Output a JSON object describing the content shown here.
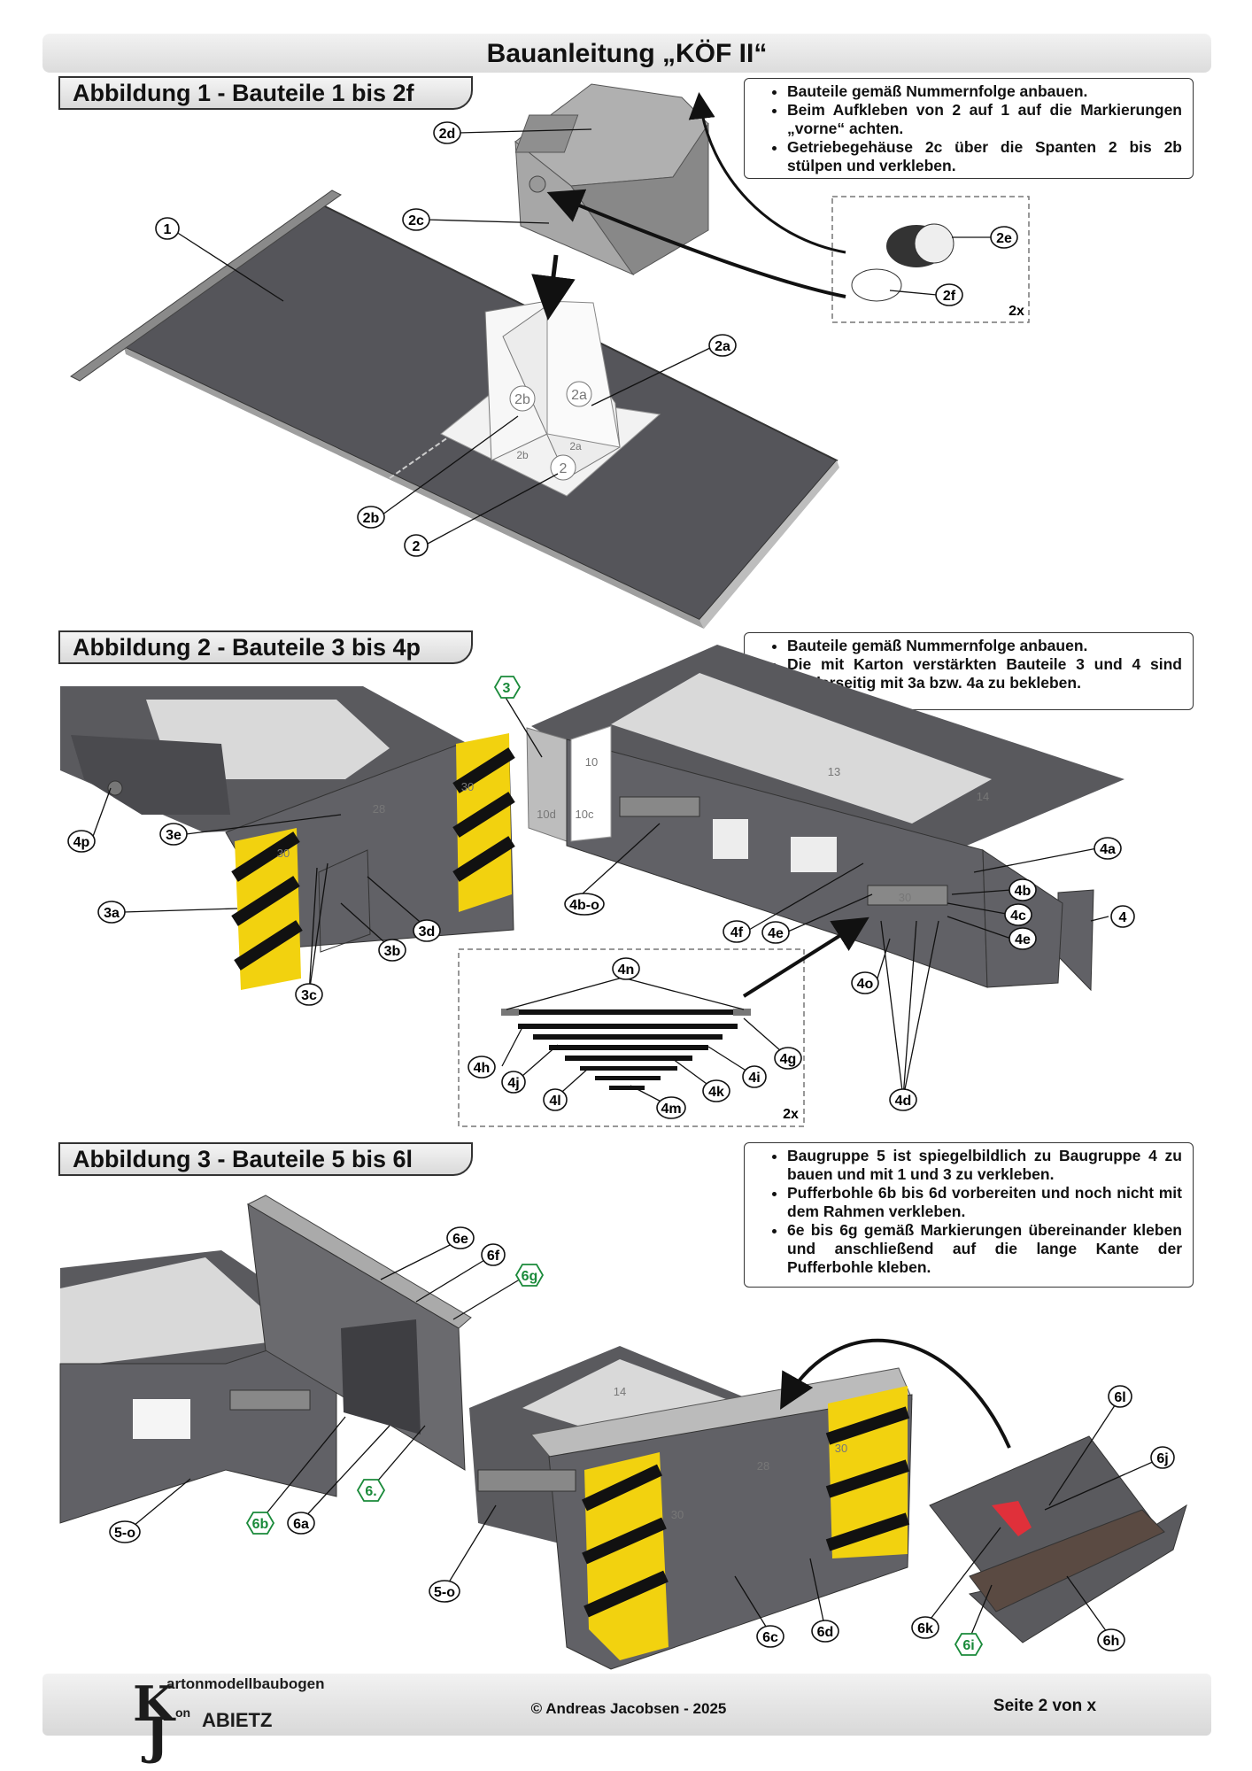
{
  "header": {
    "title": "Bauanleitung „KÖF II“"
  },
  "section1": {
    "heading": "Abbildung 1 - Bauteile 1 bis 2f",
    "notes": [
      "Bauteile gemäß Nummernfolge anbauen.",
      "Beim Aufkleben von 2 auf 1 auf die Markierungen „vorne“ achten.",
      "Getriebegehäuse 2c über die Spanten 2 bis 2b stülpen und verkleben."
    ],
    "labels": [
      "2d",
      "2c",
      "1",
      "2e",
      "2f",
      "2a",
      "2b",
      "2",
      "2x"
    ],
    "part_marks": [
      "2b",
      "2a",
      "2",
      "2b",
      "2a"
    ]
  },
  "section2": {
    "heading": "Abbildung 2 - Bauteile 3 bis 4p",
    "notes": [
      "Bauteile gemäß Nummernfolge anbauen.",
      "Die mit Karton verstärkten Bauteile 3 und 4 sind vorderseitig mit 3a bzw. 4a zu bekleben."
    ],
    "labels": [
      "3",
      "4p",
      "3e",
      "3a",
      "3d",
      "3b",
      "3c",
      "4b-o",
      "4a",
      "4b",
      "4c",
      "4e",
      "4",
      "4f",
      "4e",
      "4o",
      "4d",
      "4n",
      "4h",
      "4j",
      "4l",
      "4m",
      "4k",
      "4i",
      "4g",
      "2x"
    ],
    "part_marks": [
      "30",
      "28",
      "30",
      "30",
      "10",
      "10d",
      "10c",
      "13",
      "14"
    ]
  },
  "section3": {
    "heading": "Abbildung 3 - Bauteile 5 bis 6l",
    "notes": [
      "Baugruppe 5 ist spiegelbildlich zu Baugruppe 4 zu bauen und mit 1 und 3 zu verkleben.",
      "Pufferbohle 6b bis 6d vorbereiten und noch nicht mit dem Rahmen verkleben.",
      "6e bis 6g gemäß Markierungen übereinander kleben und anschließend auf die lange Kante der Pufferbohle kleben."
    ],
    "labels": [
      "6e",
      "6f",
      "6g",
      "5-o",
      "6b",
      "6a",
      "6.",
      "5-o",
      "6c",
      "6d",
      "6l",
      "6j",
      "6k",
      "6i",
      "6h"
    ],
    "part_marks": [
      "14",
      "28",
      "30",
      "30"
    ]
  },
  "footer": {
    "logo_line1": "artonmodellbaubogen",
    "logo_line2": "ABIETZ",
    "logo_k": "K",
    "logo_on": "on",
    "copyright": "© Andreas Jacobsen - 2025",
    "page": "Seite 2 von x"
  },
  "colors": {
    "green_label": "#1a8a3a",
    "hazard_yellow": "#f2d20f",
    "plate_gray": "#5c5c60"
  }
}
